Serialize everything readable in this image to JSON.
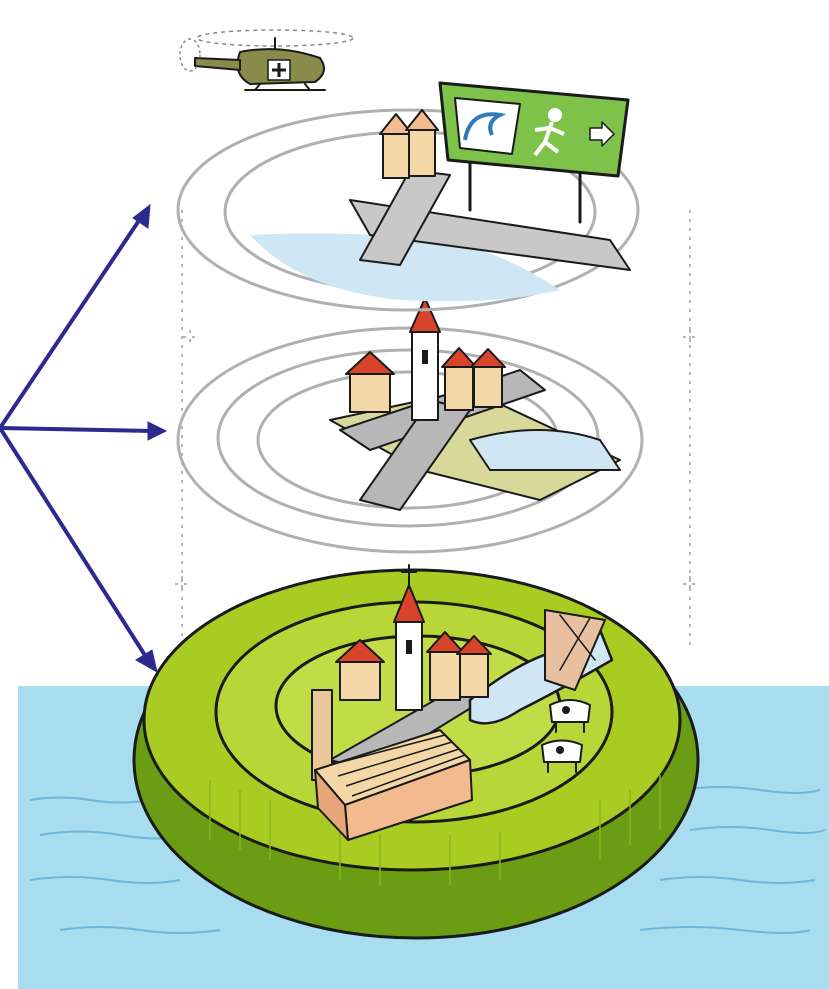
{
  "colors": {
    "background": "#ffffff",
    "sea": "#a8dcef",
    "sea_wave": "#6fb6d8",
    "island_green": "#a8cc22",
    "island_dark_green": "#6a9c14",
    "arrow": "#2c2a8f",
    "road": "#b7b7b7",
    "wall": "#d8d89a",
    "roof": "#d8442a",
    "house": "#f3d7a6",
    "water": "#cfe6f4",
    "sign_green": "#7fc24a"
  },
  "layers": [
    {
      "level": "top",
      "elements": [
        "helicopter-icon",
        "evacuation-sign",
        "houses",
        "road",
        "water"
      ]
    },
    {
      "level": "middle",
      "elements": [
        "church-icon",
        "houses",
        "road",
        "river"
      ]
    },
    {
      "level": "bottom",
      "elements": [
        "church-icon",
        "houses",
        "factory-icon",
        "road",
        "river",
        "cow-icon",
        "cow-icon"
      ]
    }
  ],
  "arrows": {
    "count": 3,
    "targets": [
      "top",
      "middle",
      "bottom"
    ]
  }
}
